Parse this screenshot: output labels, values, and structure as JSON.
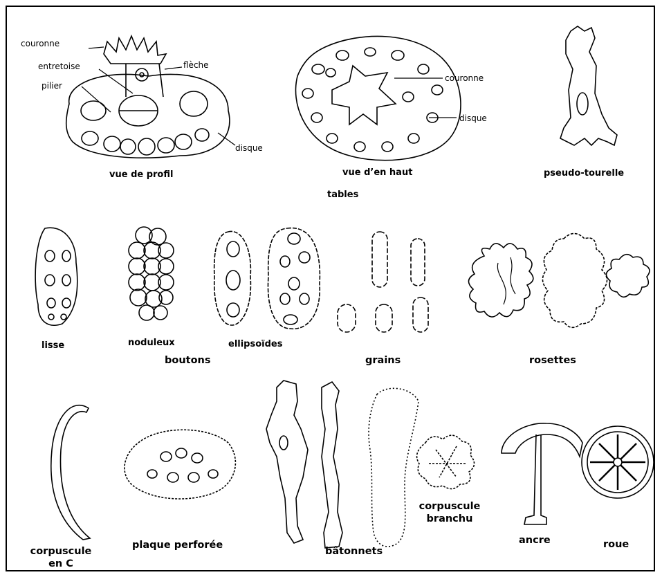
{
  "tables": {
    "profile": {
      "couronne": "couronne",
      "entretoise": "entretoise",
      "pilier": "pilier",
      "fleche": "flèche",
      "disque": "disque",
      "caption": "vue de profil"
    },
    "top": {
      "couronne": "couronne",
      "disque": "disque",
      "caption": "vue d’en haut"
    },
    "pseudo": "pseudo-tourelle",
    "group": "tables"
  },
  "boutons": {
    "lisse": "lisse",
    "noduleux": "noduleux",
    "ellipsoides": "ellipsoïdes",
    "group": "boutons"
  },
  "grains": {
    "group": "grains"
  },
  "rosettes": {
    "group": "rosettes"
  },
  "bottom": {
    "corpuscule_c_line1": "corpuscule",
    "corpuscule_c_line2": "en C",
    "plaque": "plaque perforée",
    "batonnets": "bâtonnets",
    "branchu_line1": "corpuscule",
    "branchu_line2": "branchu",
    "ancre": "ancre",
    "roue": "roue"
  }
}
